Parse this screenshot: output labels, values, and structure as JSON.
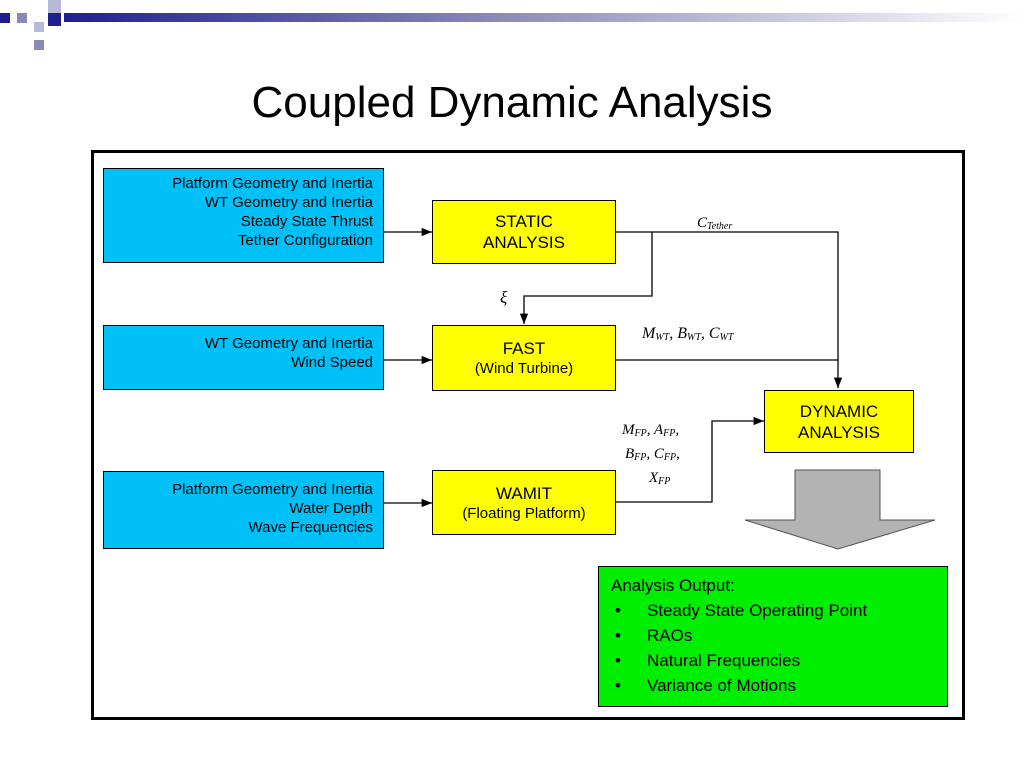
{
  "title": "Coupled Dynamic Analysis",
  "inputs": {
    "static": [
      "Platform Geometry and Inertia",
      "WT Geometry and Inertia",
      "Steady State Thrust",
      "Tether Configuration"
    ],
    "fast": [
      "WT Geometry and Inertia",
      "Wind Speed"
    ],
    "wamit": [
      "Platform Geometry and Inertia",
      "Water Depth",
      "Wave Frequencies"
    ]
  },
  "processes": {
    "static": {
      "title": "STATIC",
      "subtitle": "ANALYSIS"
    },
    "fast": {
      "title": "FAST",
      "subtitle": "(Wind Turbine)"
    },
    "wamit": {
      "title": "WAMIT",
      "subtitle": "(Floating Platform)"
    },
    "dynamic": {
      "title": "DYNAMIC",
      "subtitle": "ANALYSIS"
    }
  },
  "labels": {
    "c_tether": {
      "base": "C",
      "sub": "Tether"
    },
    "xi": "ξ",
    "wt": [
      {
        "base": "M",
        "sub": "WT",
        "sep": ", "
      },
      {
        "base": "B",
        "sub": "WT",
        "sep": ", "
      },
      {
        "base": "C",
        "sub": "WT",
        "sep": ""
      }
    ],
    "fp_line1": [
      {
        "base": "M",
        "sub": "FP",
        "sep": ", "
      },
      {
        "base": "A",
        "sub": "FP",
        "sep": ","
      }
    ],
    "fp_line2": [
      {
        "base": "B",
        "sub": "FP",
        "sep": ", "
      },
      {
        "base": "C",
        "sub": "FP",
        "sep": ","
      }
    ],
    "fp_line3": [
      {
        "base": "X",
        "sub": "FP",
        "sep": ""
      }
    ]
  },
  "output": {
    "heading": "Analysis Output:",
    "items": [
      "Steady State Operating Point",
      "RAOs",
      "Natural Frequencies",
      "Variance of Motions"
    ]
  },
  "colors": {
    "input": "#00c0f8",
    "process": "#ffff00",
    "output": "#00ee00",
    "arrow_fill": "#b3b3b3",
    "brand_blue": "#1f1f8f"
  }
}
